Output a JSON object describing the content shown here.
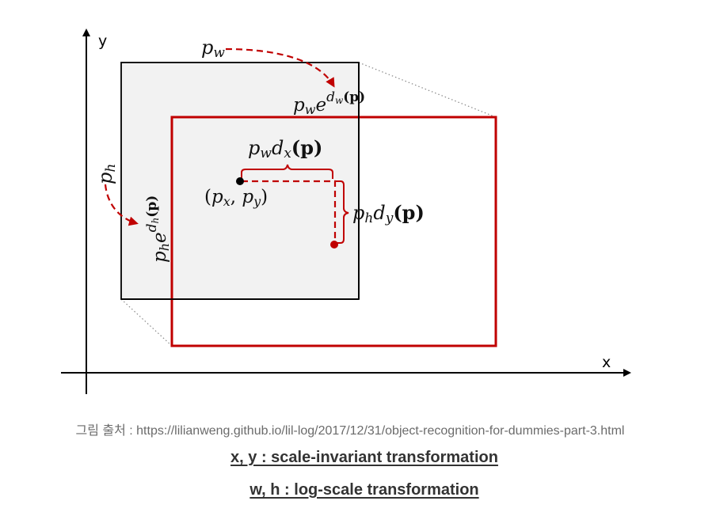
{
  "diagram": {
    "axes": {
      "x_label": "x",
      "y_label": "y"
    },
    "labels": {
      "pw": "p",
      "pw_sub": "w",
      "pw_exp_base": "p",
      "pw_exp_base_sub": "w",
      "pw_exp_e": "e",
      "pw_exp_d": "d",
      "pw_exp_d_sub": "w",
      "pw_exp_arg": "(p)",
      "ph": "p",
      "ph_sub": "h",
      "ph_exp_base": "p",
      "ph_exp_base_sub": "h",
      "ph_exp_e": "e",
      "ph_exp_d": "d",
      "ph_exp_d_sub": "h",
      "ph_exp_arg": "(p)",
      "dx_p": "p",
      "dx_p_sub": "w",
      "dx_d": "d",
      "dx_d_sub": "x",
      "dx_arg": "(p)",
      "dy_p": "p",
      "dy_p_sub": "h",
      "dy_d": "d",
      "dy_d_sub": "y",
      "dy_arg": "(p)",
      "center_open": "(",
      "center_px": "p",
      "center_px_sub": "x",
      "center_comma": ", ",
      "center_py": "p",
      "center_py_sub": "y",
      "center_close": ")"
    },
    "colors": {
      "red": "#c00000",
      "gray_box_fill": "#f2f2f2",
      "black": "#000000",
      "dotted": "#888888"
    }
  },
  "caption": {
    "source": "그림 출처 : https://lilianweng.github.io/lil-log/2017/12/31/object-recognition-for-dummies-part-3.html",
    "line1": "x, y : scale-invariant transformation",
    "line2": "w, h : log-scale transformation"
  }
}
